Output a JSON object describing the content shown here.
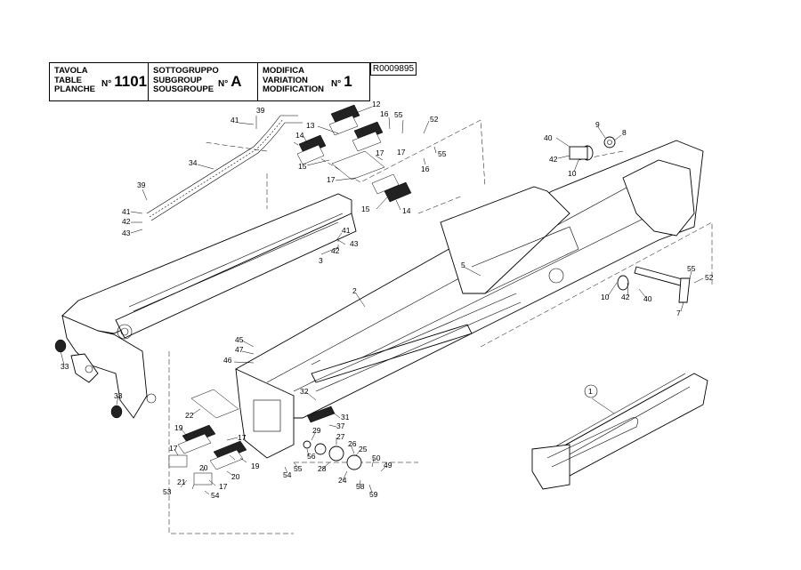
{
  "header": {
    "table": {
      "labels": [
        "TAVOLA",
        "TABLE",
        "PLANCHE"
      ],
      "no": "N°",
      "value": "1101"
    },
    "subgroup": {
      "labels": [
        "SOTTOGRUPPO",
        "SUBGROUP",
        "SOUSGROUPE"
      ],
      "no": "N°",
      "value": "A"
    },
    "variation": {
      "labels": [
        "MODIFICA",
        "VARIATION",
        "MODIFICATION"
      ],
      "no": "N°",
      "value": "1"
    },
    "reference": "R0009895"
  },
  "callouts": [
    "39",
    "41",
    "34",
    "39",
    "41",
    "42",
    "43",
    "12",
    "13",
    "16",
    "55",
    "52",
    "14",
    "15",
    "17",
    "17",
    "15",
    "14",
    "16",
    "55",
    "17",
    "41",
    "43",
    "42",
    "3",
    "9",
    "8",
    "40",
    "42",
    "10",
    "5",
    "2",
    "55",
    "52",
    "10",
    "42",
    "40",
    "7",
    "45",
    "47",
    "46",
    "33",
    "33",
    "32",
    "31",
    "37",
    "29",
    "22",
    "27",
    "26",
    "25",
    "19",
    "17",
    "56",
    "28",
    "50",
    "49",
    "20",
    "17",
    "19",
    "20",
    "55",
    "54",
    "24",
    "58",
    "59",
    "21",
    "17",
    "53",
    "54",
    "1"
  ]
}
